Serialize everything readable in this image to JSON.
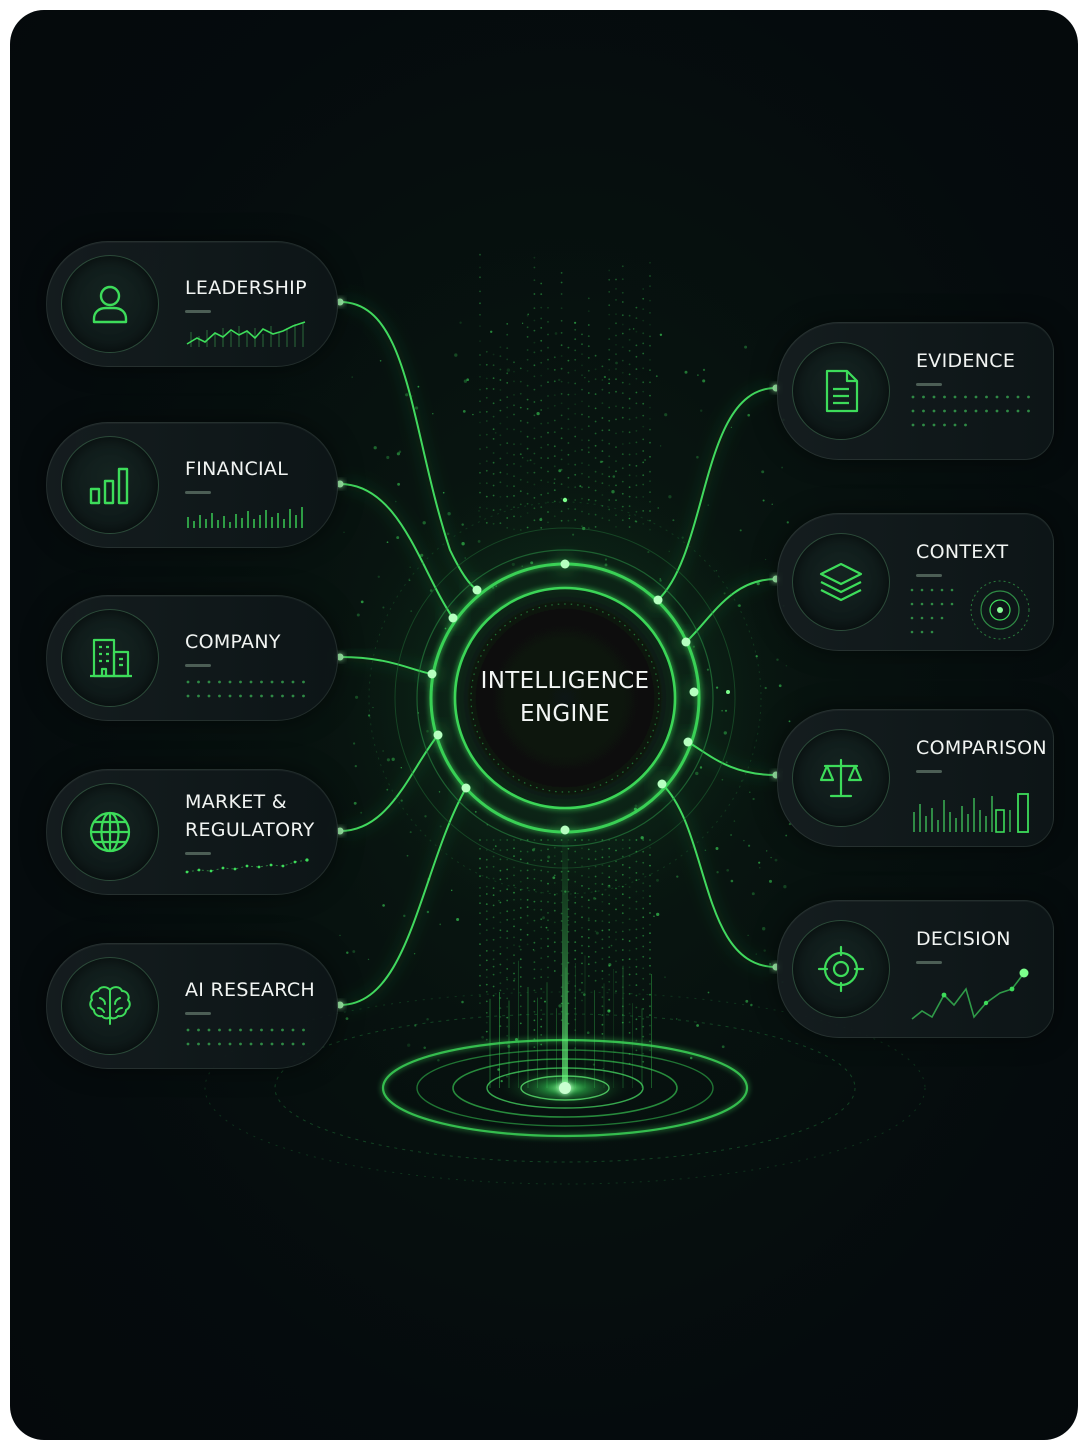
{
  "engine": {
    "title": "INTELLIGENCE\nENGINE"
  },
  "inputs": [
    {
      "label": "LEADERSHIP",
      "icon": "person-icon"
    },
    {
      "label": "FINANCIAL",
      "icon": "bar-chart-icon"
    },
    {
      "label": "COMPANY",
      "icon": "building-icon"
    },
    {
      "label": "MARKET &\nREGULATORY",
      "icon": "globe-icon"
    },
    {
      "label": "AI RESEARCH",
      "icon": "brain-icon"
    }
  ],
  "outputs": [
    {
      "label": "EVIDENCE",
      "icon": "document-icon"
    },
    {
      "label": "CONTEXT",
      "icon": "layers-icon"
    },
    {
      "label": "COMPARISON",
      "icon": "scale-icon"
    },
    {
      "label": "DECISION",
      "icon": "target-icon"
    }
  ],
  "colors": {
    "accent": "#3ddc5a",
    "accent_soft": "#1f7a3a",
    "background": "#05090c",
    "card": "#121b1d"
  }
}
